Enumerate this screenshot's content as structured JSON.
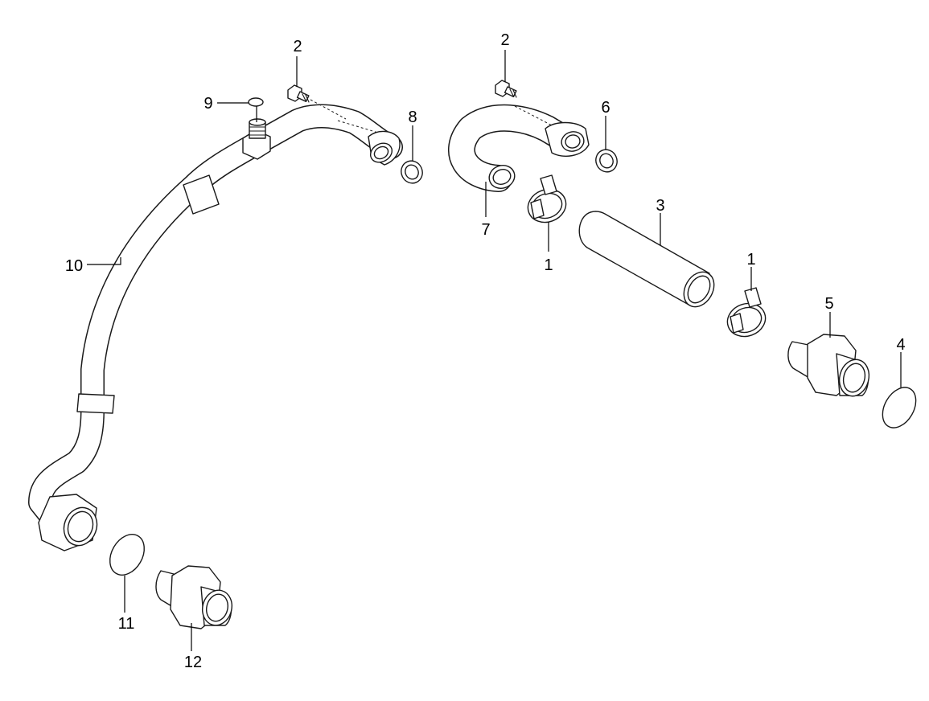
{
  "callouts": {
    "c1_left": "1",
    "c1_right": "1",
    "c2_left": "2",
    "c2_right": "2",
    "c3": "3",
    "c4": "4",
    "c5": "5",
    "c6": "6",
    "c7": "7",
    "c8": "8",
    "c9": "9",
    "c10": "10",
    "c11": "11",
    "c12": "12"
  }
}
